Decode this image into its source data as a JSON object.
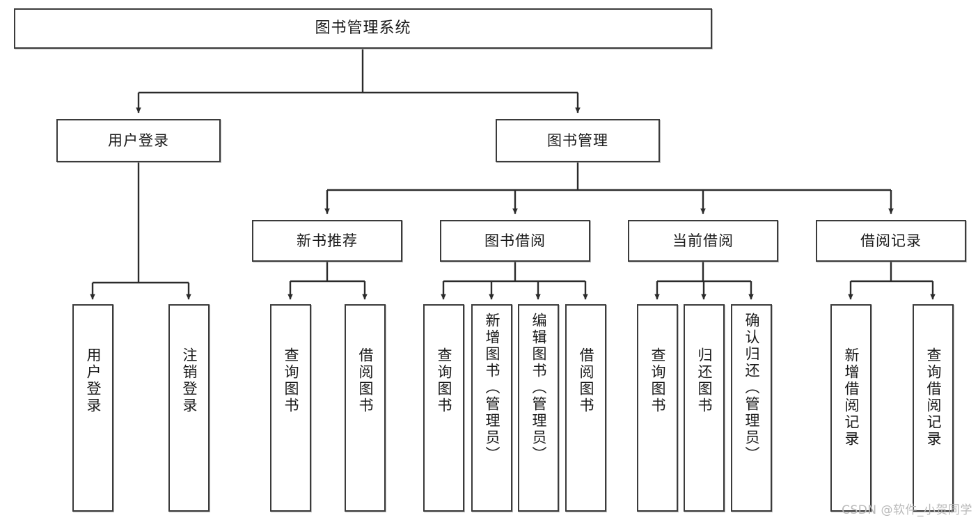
{
  "diagram": {
    "title": "图书管理系统",
    "type": "tree-hierarchy",
    "watermark": "CSDN @软件_小贺同学",
    "colors": {
      "node_border": "#3b3b3b",
      "node_fill": "#ffffff",
      "edge": "#2b2b2b",
      "text": "#1a1a1a",
      "watermark": "#b9b9b9"
    },
    "nodes": {
      "root": {
        "label": "图书管理系统"
      },
      "level2": [
        {
          "id": "user-login",
          "label": "用户登录"
        },
        {
          "id": "book-manage",
          "label": "图书管理"
        }
      ],
      "level3": [
        {
          "id": "new-book-recommend",
          "label": "新书推荐"
        },
        {
          "id": "book-borrow",
          "label": "图书借阅"
        },
        {
          "id": "current-borrow",
          "label": "当前借阅"
        },
        {
          "id": "borrow-record",
          "label": "借阅记录"
        }
      ],
      "leaves": {
        "user-login": [
          {
            "id": "leaf-user-login",
            "label": "用户登录"
          },
          {
            "id": "leaf-logout-login",
            "label": "注销登录"
          }
        ],
        "new-book-recommend": [
          {
            "id": "leaf-query-book-1",
            "label": "查询图书"
          },
          {
            "id": "leaf-borrow-book-1",
            "label": "借阅图书"
          }
        ],
        "book-borrow": [
          {
            "id": "leaf-query-book-2",
            "label": "查询图书"
          },
          {
            "id": "leaf-add-book-admin",
            "label": "新增图书（管理员）"
          },
          {
            "id": "leaf-edit-book-admin",
            "label": "编辑图书（管理员）"
          },
          {
            "id": "leaf-borrow-book-2",
            "label": "借阅图书"
          }
        ],
        "current-borrow": [
          {
            "id": "leaf-query-book-3",
            "label": "查询图书"
          },
          {
            "id": "leaf-return-book",
            "label": "归还图书"
          },
          {
            "id": "leaf-confirm-return-admin",
            "label": "确认归还（管理员）"
          }
        ],
        "borrow-record": [
          {
            "id": "leaf-add-borrow-record",
            "label": "新增借阅记录"
          },
          {
            "id": "leaf-query-borrow-record",
            "label": "查询借阅记录"
          }
        ]
      }
    }
  }
}
